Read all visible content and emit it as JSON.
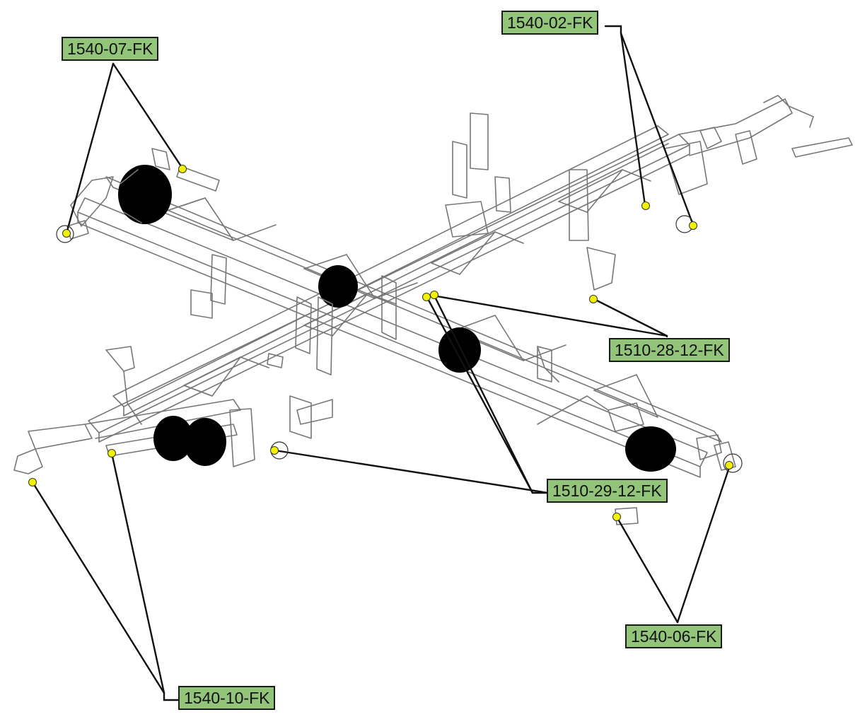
{
  "colors": {
    "label_fill": "#92c47a",
    "label_border": "#1a1a1a",
    "leader_line": "#111111",
    "marker_fill": "#f2f200",
    "frame_stroke": "#777777"
  },
  "labels": {
    "l1540_07": "1540-07-FK",
    "l1540_02": "1540-02-FK",
    "l1510_28_12": "1510-28-12-FK",
    "l1510_29_12": "1510-29-12-FK",
    "l1540_06": "1540-06-FK",
    "l1540_10": "1540-10-FK"
  }
}
